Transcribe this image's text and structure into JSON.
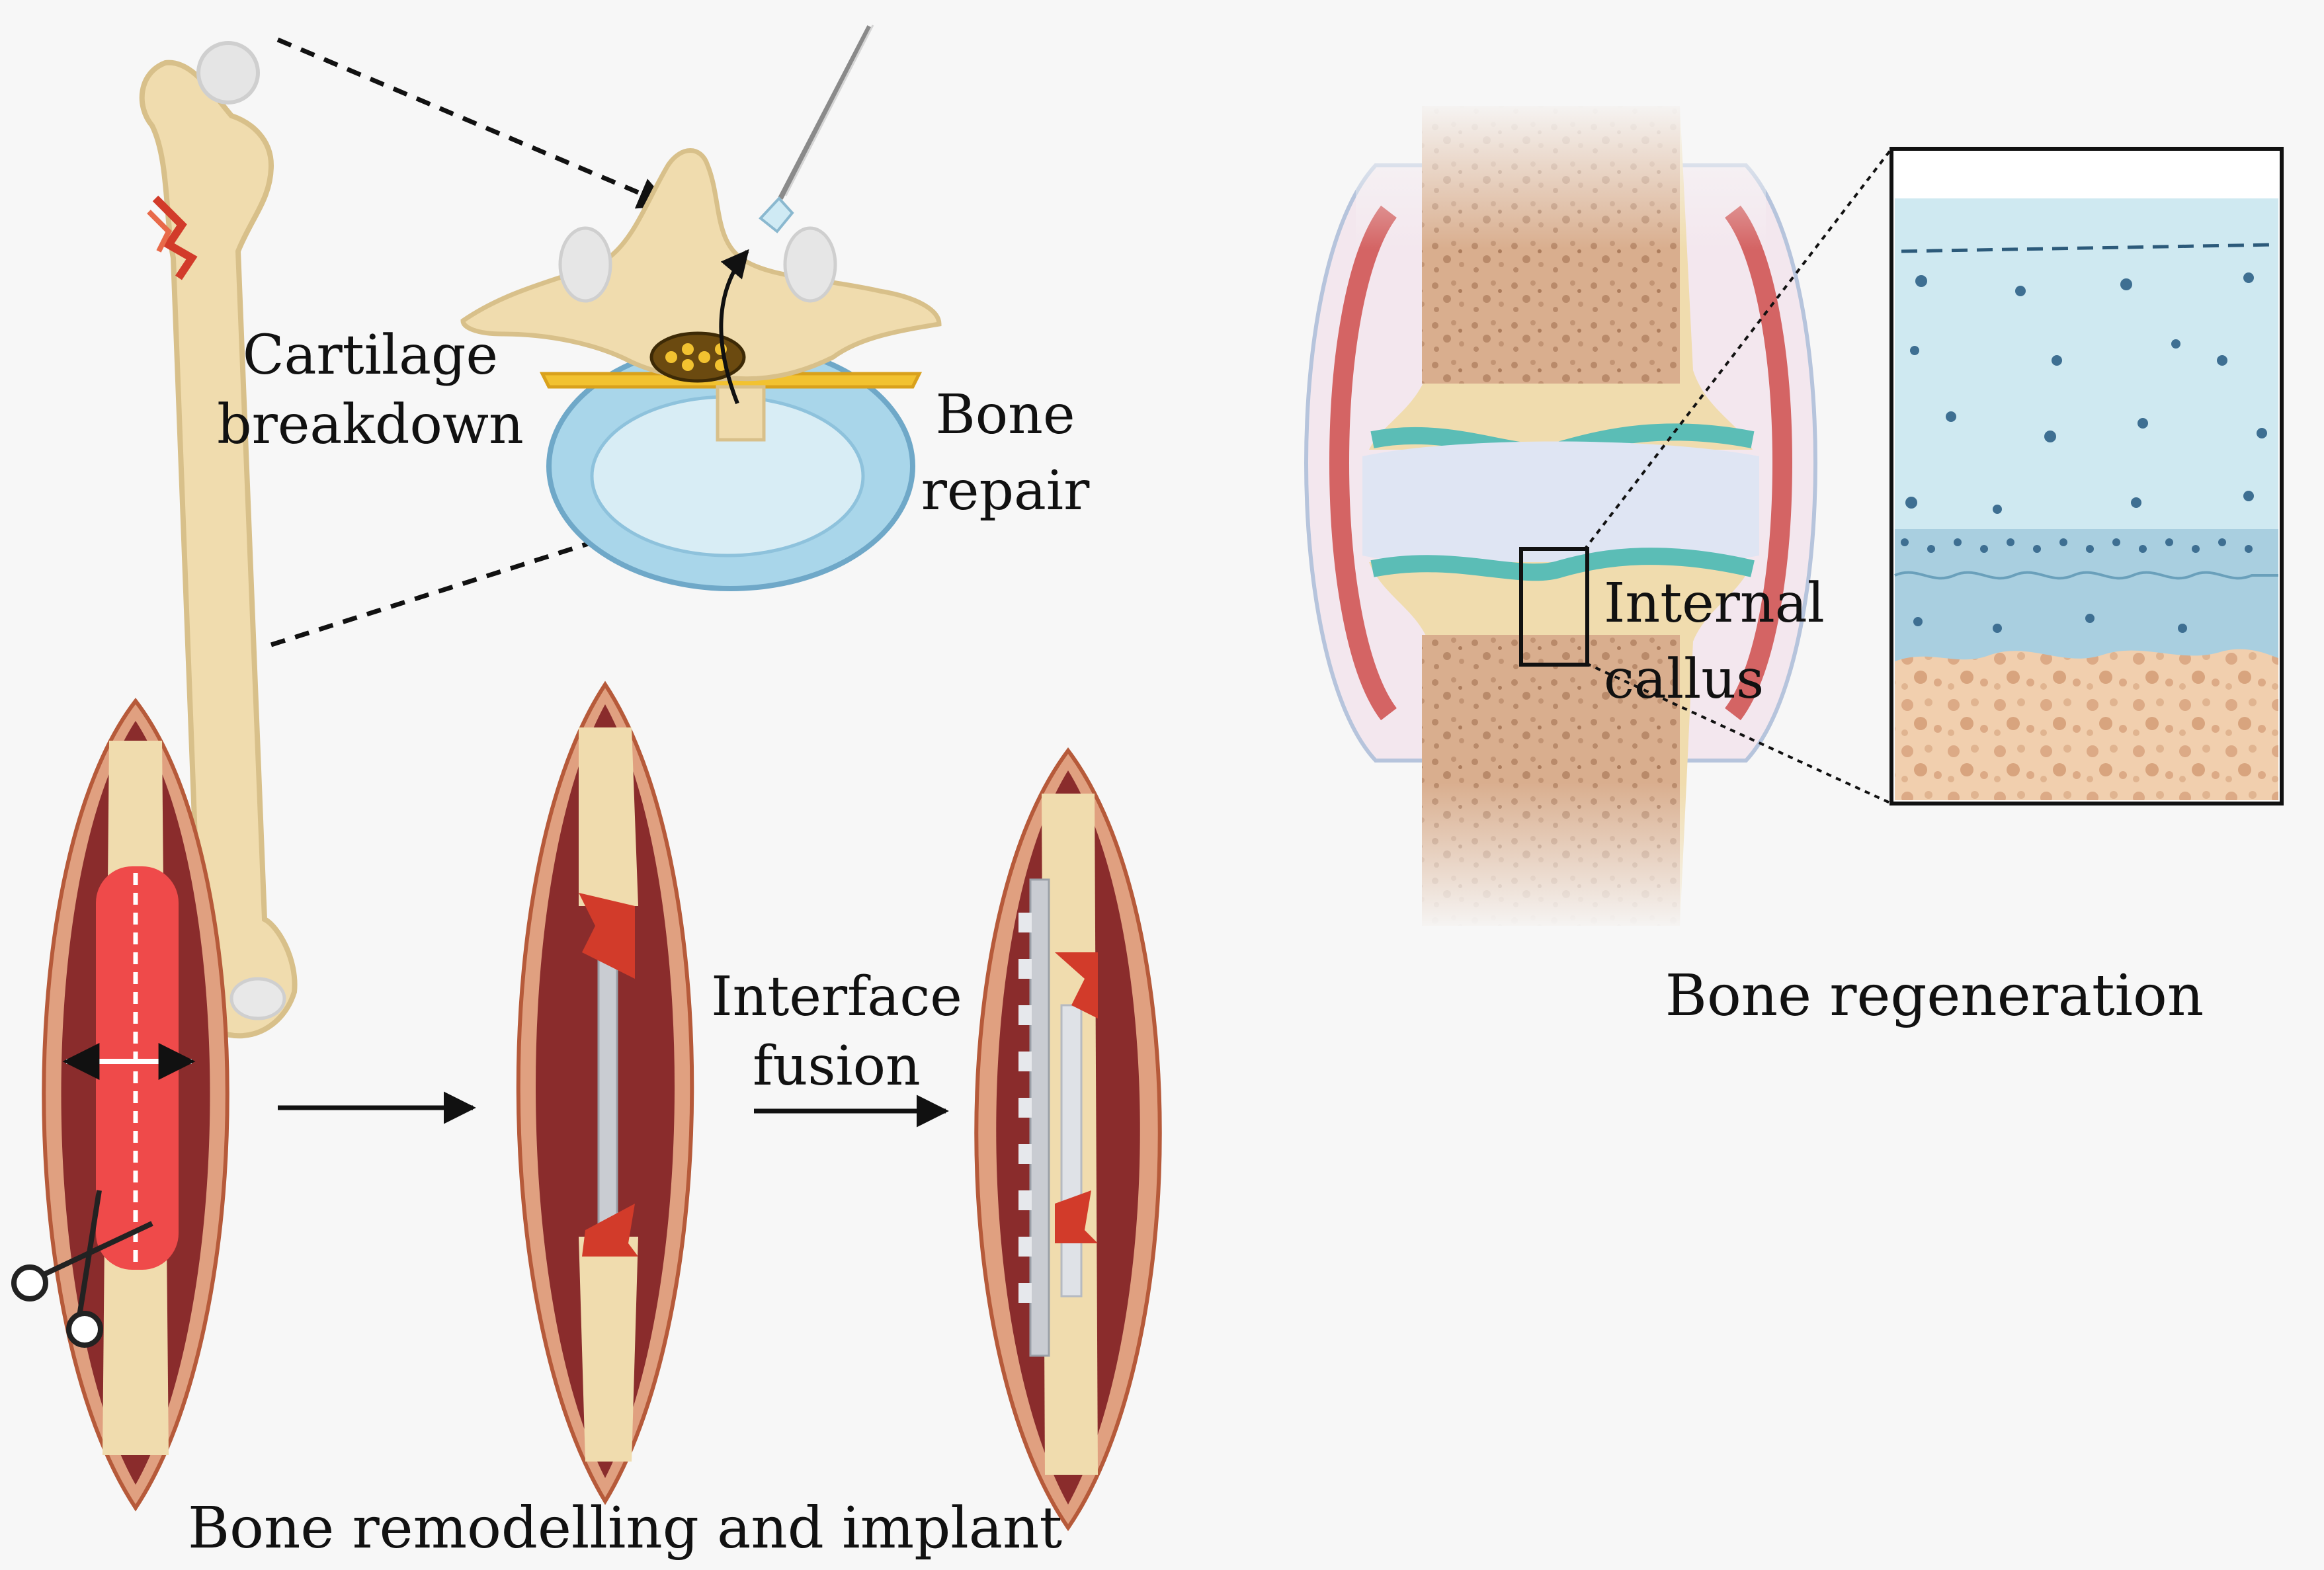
{
  "labels": {
    "cartilage_line1": "Cartilage",
    "cartilage_line2": "breakdown",
    "bone_repair_line1": "Bone",
    "bone_repair_line2": "repair",
    "internal_callus_line1": "Internal",
    "internal_callus_line2": "callus",
    "bone_regeneration": "Bone regeneration",
    "interface_fusion_line1": "Interface",
    "interface_fusion_line2": "fusion",
    "bone_remodelling": "Bone remodelling and implant"
  },
  "colors": {
    "background": "#f7f7f7",
    "bone": "#f0dcae",
    "bone_outline": "#d8c08a",
    "marrow": "#d9ae8e",
    "tissue_dark": "#8a2c2c",
    "tissue_light": "#e0a080",
    "incision_red": "#ef4a4a",
    "cartilage_blue": "#cfe9f1",
    "disc_blue": "#a9d6ea",
    "teal": "#5bbdb6",
    "synovium_red": "#d46464",
    "implant_gray": "#c9ccd2"
  }
}
